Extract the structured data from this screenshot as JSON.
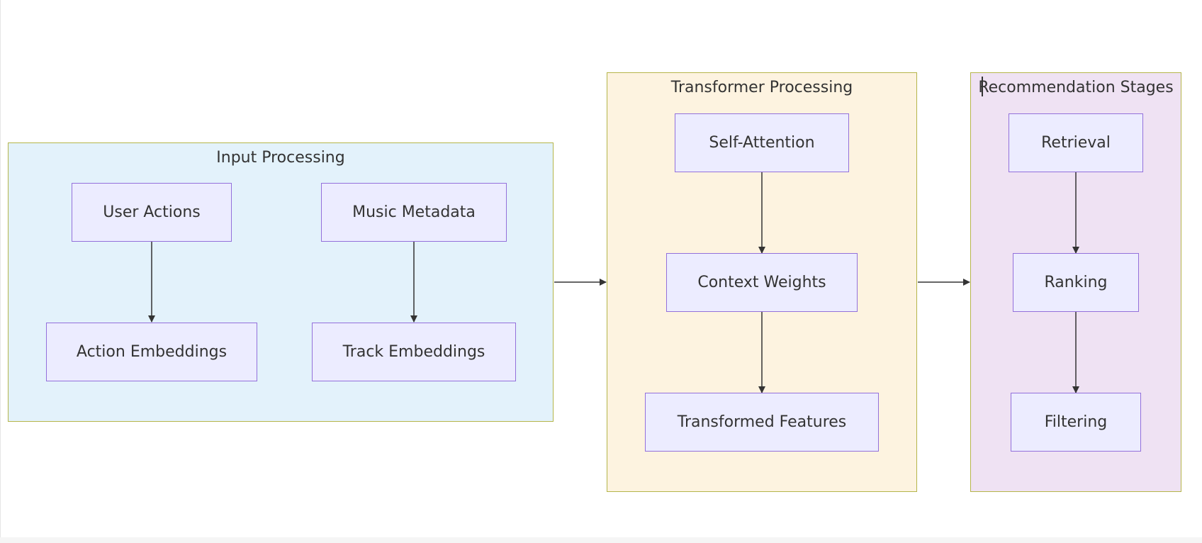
{
  "diagram": {
    "clusters": {
      "input": {
        "title": "Input Processing"
      },
      "transformer": {
        "title": "Transformer Processing"
      },
      "recommend": {
        "title": "Recommendation Stages"
      }
    },
    "nodes": {
      "user_actions": "User Actions",
      "music_metadata": "Music Metadata",
      "action_embeddings": "Action Embeddings",
      "track_embeddings": "Track Embeddings",
      "self_attention": "Self-Attention",
      "context_weights": "Context Weights",
      "transformed_features": "Transformed Features",
      "retrieval": "Retrieval",
      "ranking": "Ranking",
      "filtering": "Filtering"
    },
    "edges": [
      [
        "user_actions",
        "action_embeddings"
      ],
      [
        "music_metadata",
        "track_embeddings"
      ],
      [
        "self_attention",
        "context_weights"
      ],
      [
        "context_weights",
        "transformed_features"
      ],
      [
        "retrieval",
        "ranking"
      ],
      [
        "ranking",
        "filtering"
      ],
      [
        "input",
        "transformer"
      ],
      [
        "transformer",
        "recommend"
      ]
    ],
    "colors": {
      "node_fill": "#ececff",
      "node_border": "#9370db",
      "cluster_border": "#b5b54a",
      "input_cluster_fill": "#e3f2fb",
      "transformer_cluster_fill": "#fdf3e0",
      "recommend_cluster_fill": "#efe2f3",
      "edge": "#333333"
    }
  }
}
